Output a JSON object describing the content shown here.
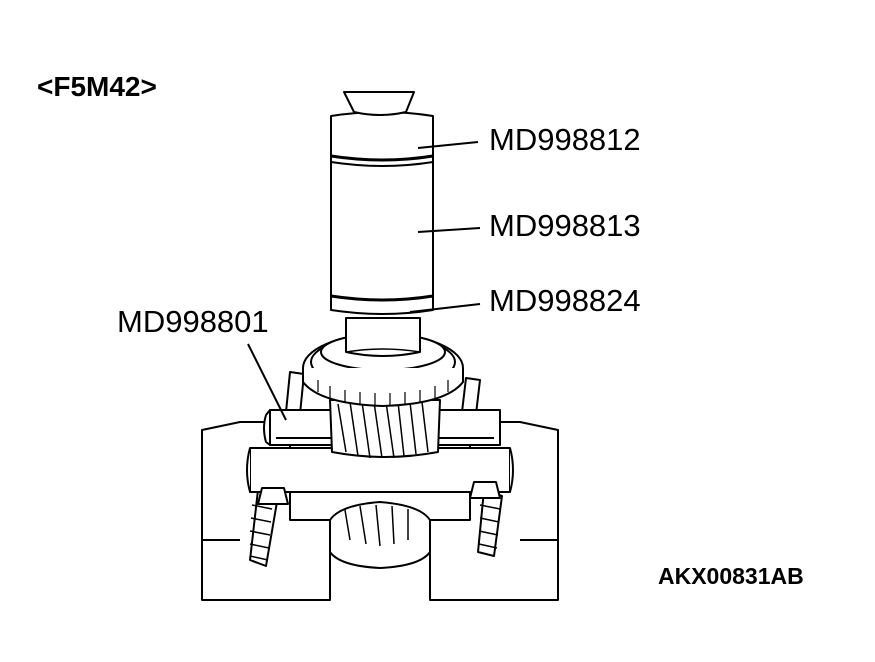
{
  "model_label": "<F5M42>",
  "parts": [
    {
      "code": "MD998812"
    },
    {
      "code": "MD998813"
    },
    {
      "code": "MD998824"
    },
    {
      "code": "MD998801"
    }
  ],
  "figure_code": "AKX00831AB"
}
